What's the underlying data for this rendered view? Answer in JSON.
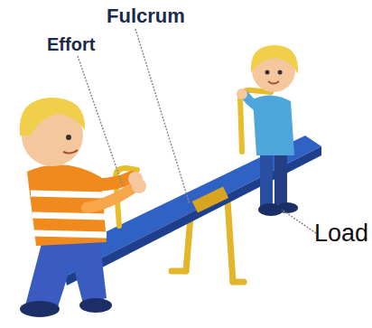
{
  "diagram": {
    "labels": [
      "Fulcrum",
      "Effort",
      "Load"
    ]
  }
}
